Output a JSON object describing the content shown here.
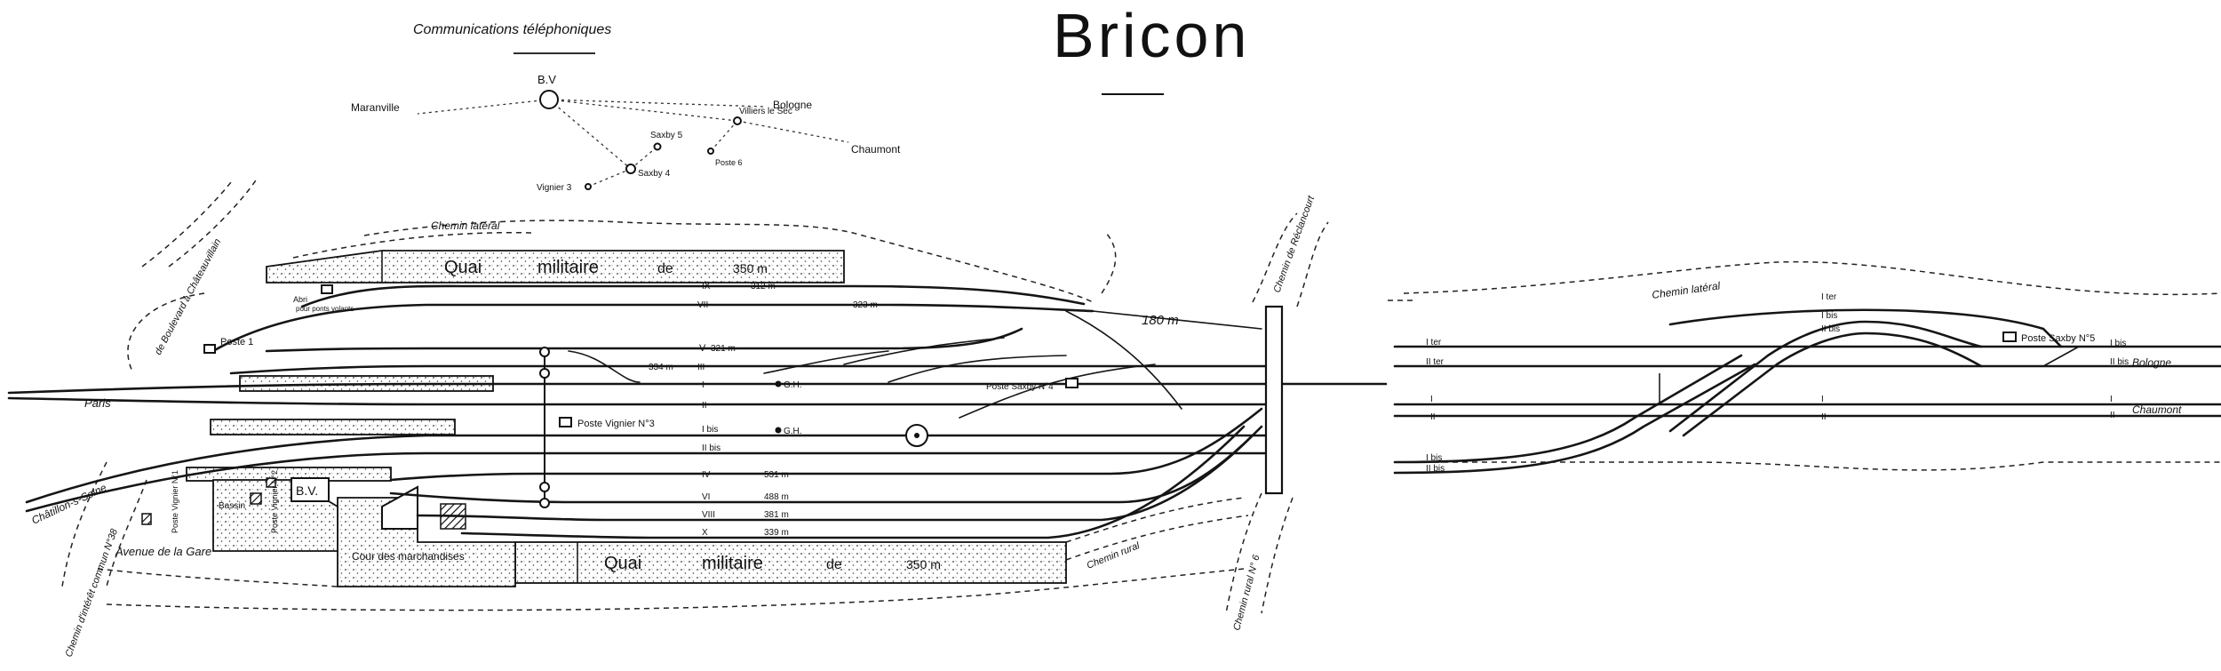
{
  "title": "Bricon",
  "telephone": {
    "heading": "Communications téléphoniques",
    "nodes": {
      "bv": "B.V",
      "maranville": "Maranville",
      "bologne": "Bologne",
      "villiers": "Villiers le Sec",
      "chaumont": "Chaumont",
      "saxby5": "Saxby 5",
      "saxby4": "Saxby 4",
      "vignier3": "Vignier 3",
      "poste6": "Poste 6"
    }
  },
  "roads": {
    "chemin_lateral_top": "Chemin latéral",
    "chemin_lateral_right": "Chemin latéral",
    "bd_chateauvillain": "de Boulevard à Châteauvillain",
    "chemin_reclancourt": "Chemin de Réclancourt",
    "chemin_rural": "Chemin rural",
    "chemin_rural_6": "Chemin rural N° 6",
    "chemin_commun": "Chemin d'intérêt commun N°38",
    "avenue_gare": "Avenue de la Gare"
  },
  "directions": {
    "paris": "Paris",
    "chatillon": "Châtillon-s-Seine",
    "bologne": "Bologne",
    "chaumont": "Chaumont"
  },
  "platforms": {
    "quai_top": {
      "w1": "Quai",
      "w2": "militaire",
      "w3": "de",
      "w4": "350 m"
    },
    "quai_bottom": {
      "w1": "Quai",
      "w2": "militaire",
      "w3": "de",
      "w4": "350 m"
    }
  },
  "buildings": {
    "bv": "B.V.",
    "cour": "Cour des marchandises",
    "bassin": "Bassin",
    "poste_vignier": "Poste Vignier N°1",
    "poste_vignier2": "Poste Vignier N°2",
    "abri": "Abri",
    "abri_note": "pour ponts volants"
  },
  "postes": {
    "poste1": "Poste 1",
    "vignier3": "Poste Vignier N°3",
    "saxby4": "Poste Saxby N°4",
    "saxby5": "Poste Saxby N°5"
  },
  "tracks_left": [
    {
      "num": "IX",
      "len": "312 m"
    },
    {
      "num": "VII",
      "len": "323 m"
    },
    {
      "num": "V",
      "len": "321 m"
    },
    {
      "num": "III",
      "len": "334 m"
    },
    {
      "num": "I",
      "mark": "G.H."
    },
    {
      "num": "II"
    },
    {
      "num": "I bis",
      "mark": "G.H."
    },
    {
      "num": "II bis"
    },
    {
      "num": "IV",
      "len": "531 m"
    },
    {
      "num": "VI",
      "len": "488 m"
    },
    {
      "num": "VIII",
      "len": "381 m"
    },
    {
      "num": "X",
      "len": "339 m"
    }
  ],
  "extra_len": "180 m",
  "tracks_right": {
    "i_ter": "I ter",
    "ii_ter": "II ter",
    "i": "I",
    "ii": "II",
    "i_bis": "I bis",
    "ii_bis": "II bis"
  }
}
